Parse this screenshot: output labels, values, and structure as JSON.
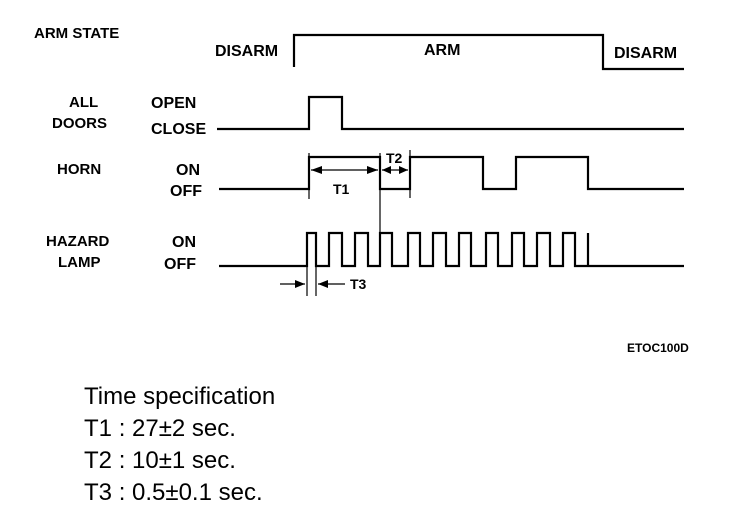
{
  "rows": {
    "arm_state": {
      "label": "ARM STATE",
      "states": [
        "DISARM",
        "ARM",
        "DISARM"
      ]
    },
    "doors": {
      "label_line1": "ALL",
      "label_line2": "DOORS",
      "high": "OPEN",
      "low": "CLOSE"
    },
    "horn": {
      "label": "HORN",
      "high": "ON",
      "low": "OFF"
    },
    "hazard": {
      "label_line1": "HAZARD",
      "label_line2": "LAMP",
      "high": "ON",
      "low": "OFF"
    }
  },
  "timing_marks": {
    "t1": "T1",
    "t2": "T2",
    "t3": "T3"
  },
  "figure_code": "ETOC100D",
  "spec": {
    "title": "Time specification",
    "items": [
      {
        "name": "T1",
        "sep": ":",
        "value": "27±2 sec."
      },
      {
        "name": "T2",
        "sep": ":",
        "value": "10±1 sec."
      },
      {
        "name": "T3",
        "sep": ":",
        "value": "0.5±0.1 sec."
      }
    ]
  }
}
